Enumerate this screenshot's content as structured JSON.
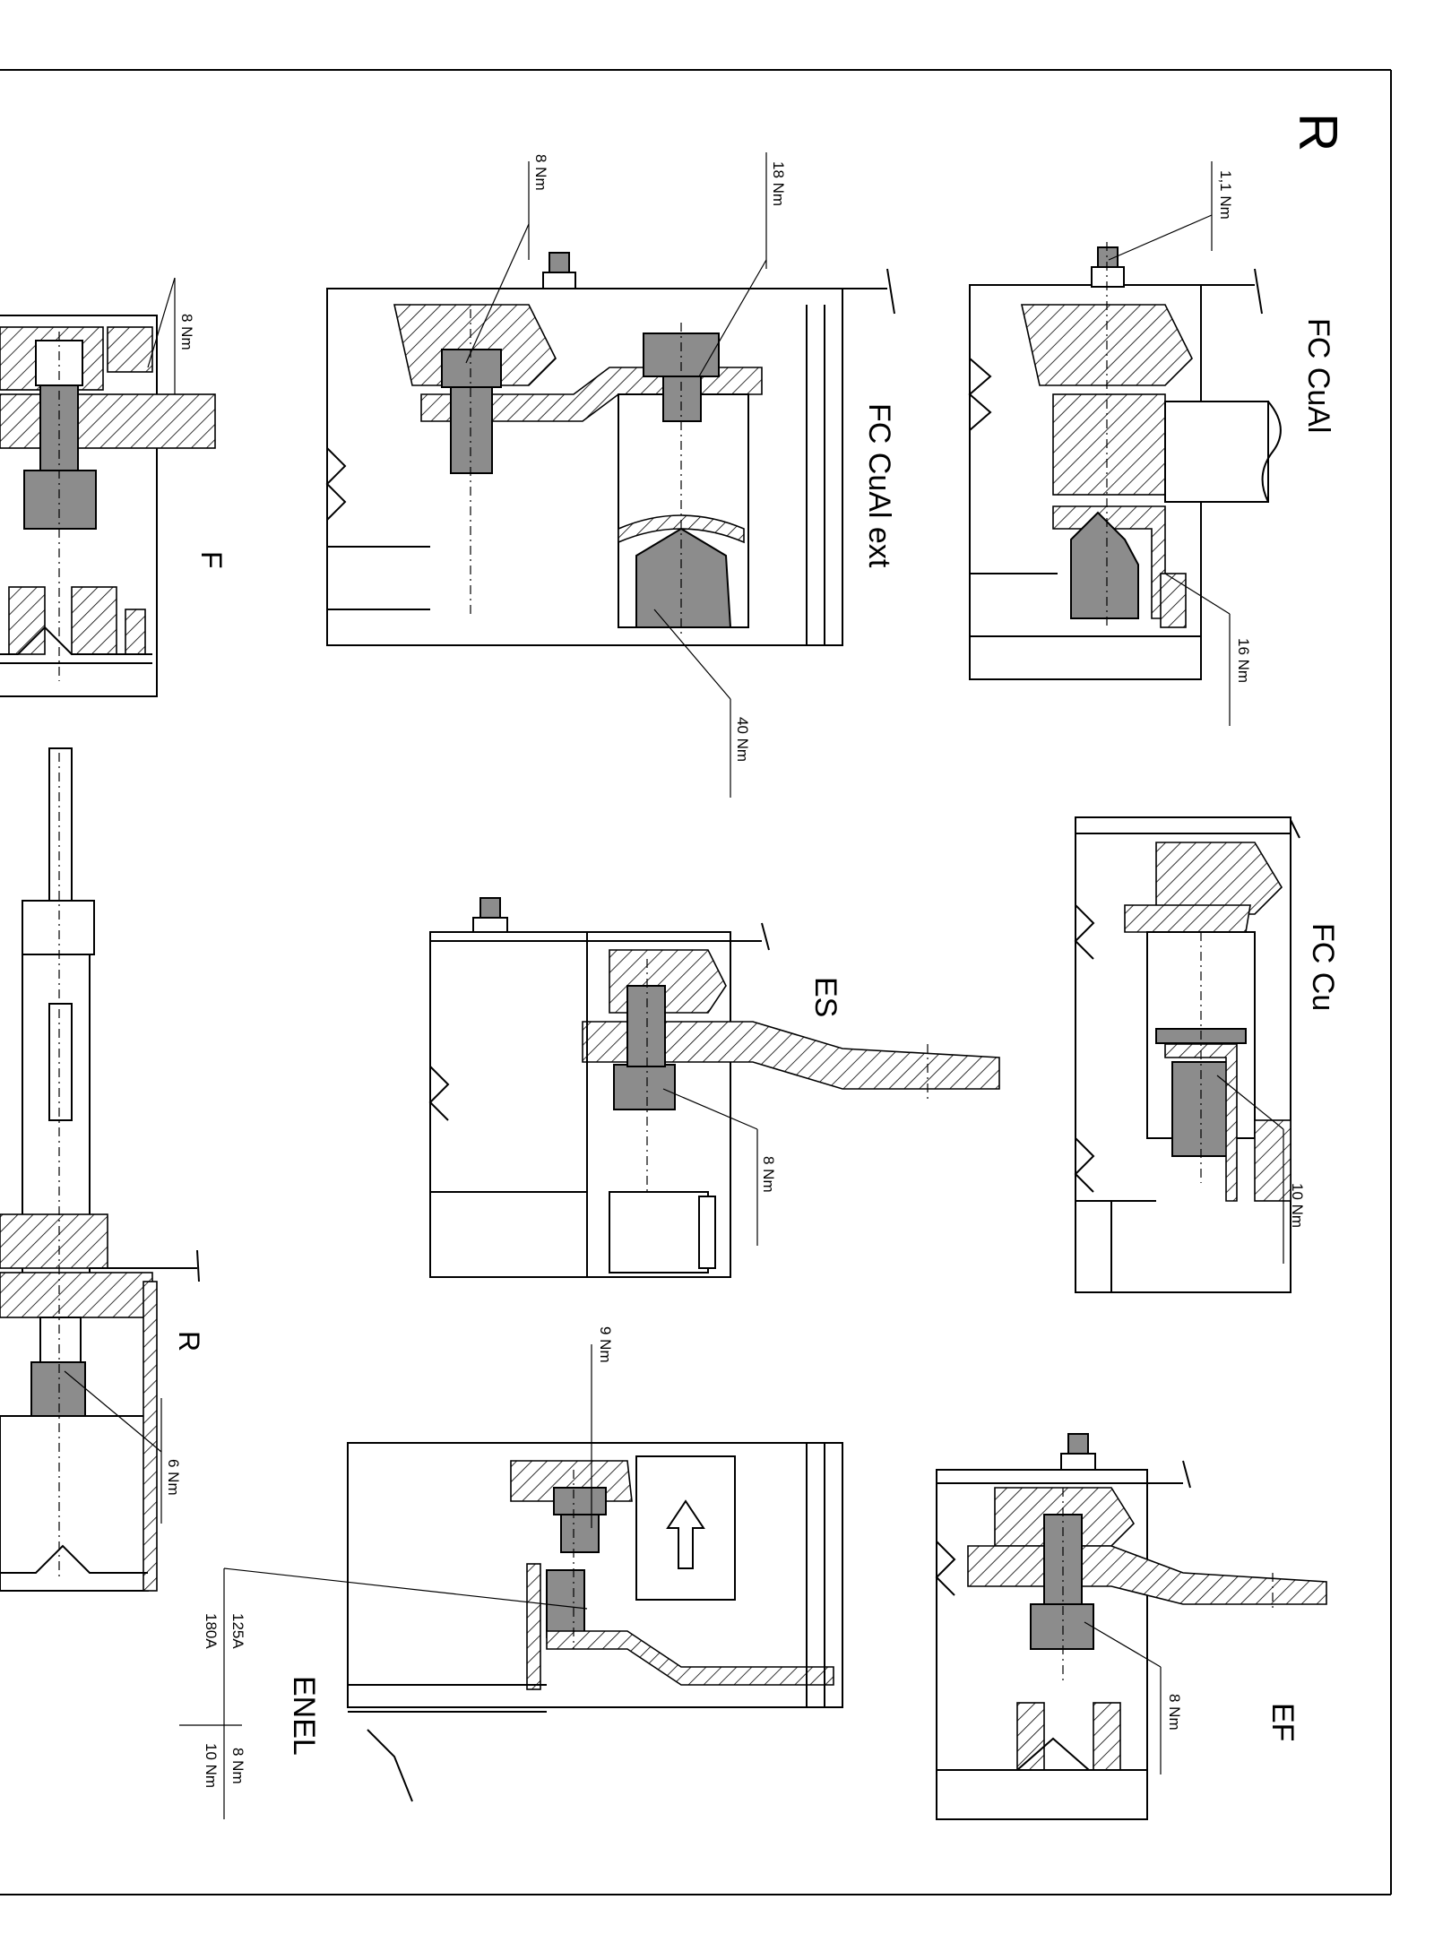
{
  "sheet_letter": "R",
  "views": {
    "fc_cual": {
      "title": "FC CuAl",
      "torques": [
        "1,1 Nm",
        "16 Nm"
      ]
    },
    "fc_cual_ext": {
      "title": "FC CuAl ext",
      "torques": [
        "8 Nm",
        "18 Nm",
        "40 Nm"
      ]
    },
    "f": {
      "title": "F",
      "torques": [
        "8 Nm"
      ]
    },
    "fc_cu": {
      "title": "FC Cu",
      "torques": [
        "10 Nm"
      ]
    },
    "es": {
      "title": "ES",
      "torques": [
        "8 Nm"
      ]
    },
    "r": {
      "title": "R",
      "torques": [
        "6 Nm"
      ]
    },
    "ef": {
      "title": "EF",
      "torques": [
        "8 Nm"
      ]
    },
    "enel": {
      "title": "ENEL",
      "torques": [
        "9 Nm"
      ],
      "table": [
        {
          "current": "125A",
          "torque": "8 Nm"
        },
        {
          "current": "180A",
          "torque": "10 Nm"
        }
      ]
    }
  }
}
